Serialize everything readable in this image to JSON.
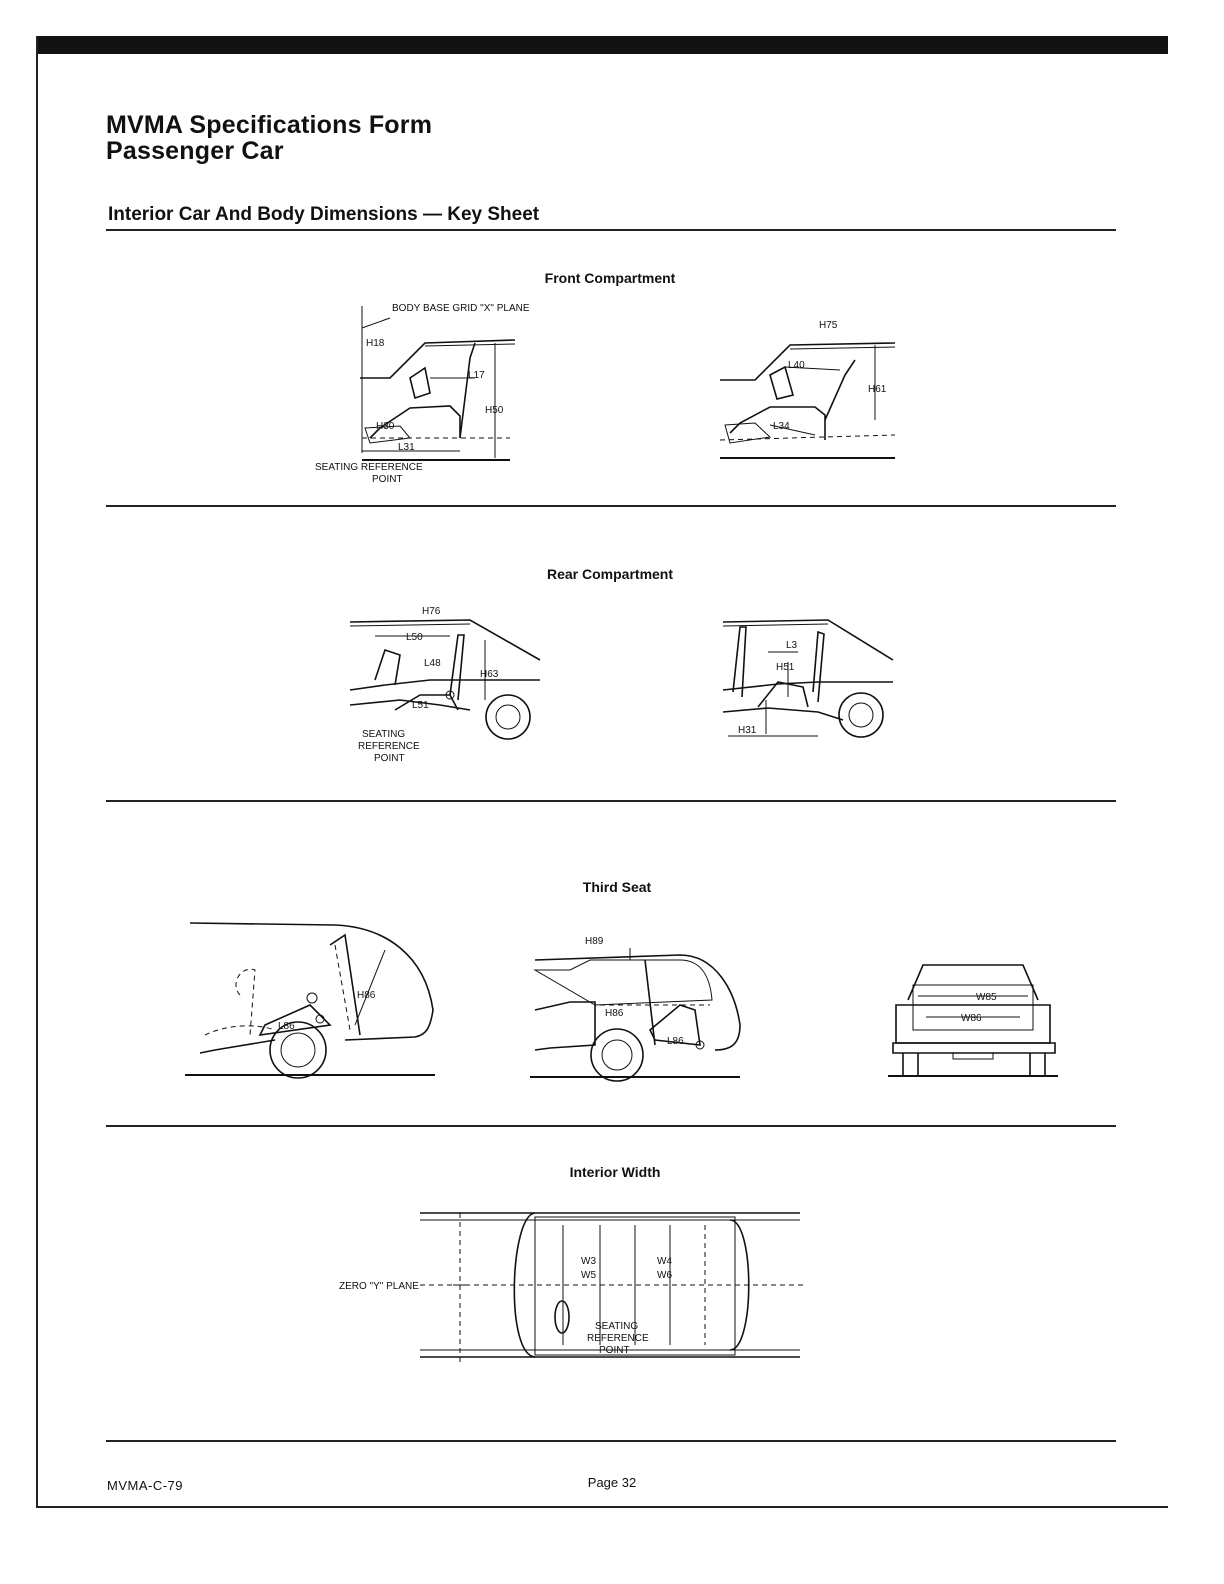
{
  "header": {
    "title_line1": "MVMA Specifications Form",
    "title_line2": "Passenger Car",
    "subtitle": "Interior Car And Body Dimensions — Key Sheet"
  },
  "sections": {
    "front": {
      "label": "Front Compartment",
      "fig1": {
        "body_base_grid": "BODY BASE GRID \"X\" PLANE",
        "h18": "H18",
        "l17": "L17",
        "h50": "H50",
        "h30": "H30",
        "l31": "L31",
        "seating_ref_1": "SEATING REFERENCE",
        "seating_ref_2": "POINT"
      },
      "fig2": {
        "h75": "H75",
        "l40": "L40",
        "h61": "H61",
        "l34": "L34"
      }
    },
    "rear": {
      "label": "Rear Compartment",
      "fig1": {
        "h76": "H76",
        "l50": "L50",
        "l48": "L48",
        "h63": "H63",
        "l51": "L51",
        "seating_1": "SEATING",
        "seating_2": "REFERENCE",
        "seating_3": "POINT"
      },
      "fig2": {
        "l3": "L3",
        "h51": "H51",
        "h31": "H31"
      }
    },
    "third": {
      "label": "Third Seat",
      "fig1": {
        "h86": "H86",
        "l86": "L86"
      },
      "fig2": {
        "h89": "H89",
        "h86": "H86",
        "l86": "L86"
      },
      "fig3": {
        "w85": "W85",
        "w86": "W86"
      }
    },
    "width": {
      "label": "Interior Width",
      "fig": {
        "zero_plane": "ZERO \"Y\" PLANE",
        "w3": "W3",
        "w5": "W5",
        "w4": "W4",
        "w6": "W6",
        "seating_1": "SEATING",
        "seating_2": "REFERENCE",
        "seating_3": "POINT"
      }
    }
  },
  "footer": {
    "doc_code": "MVMA-C-79",
    "page": "Page 32"
  }
}
